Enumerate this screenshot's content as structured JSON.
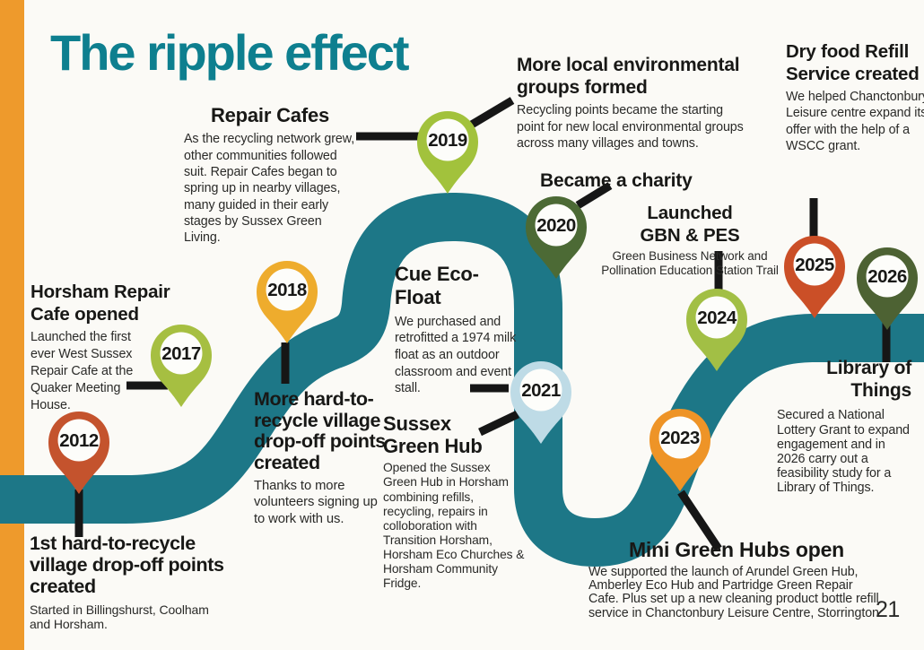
{
  "page": {
    "title": "The ripple effect",
    "page_number": "21",
    "colors": {
      "title_teal": "#0e7f8f",
      "path_teal": "#1d7787",
      "edge_bar_orange": "#ee9a2c",
      "connector_black": "#161616",
      "pin_inner_white": "#fdfdfa"
    }
  },
  "timeline": {
    "pins": [
      {
        "year": "2012",
        "color": "#c4532d"
      },
      {
        "year": "2017",
        "color": "#a6bf41"
      },
      {
        "year": "2018",
        "color": "#eeac2d"
      },
      {
        "year": "2019",
        "color": "#a2c23c"
      },
      {
        "year": "2020",
        "color": "#4c6a35"
      },
      {
        "year": "2021",
        "color": "#bedbe6"
      },
      {
        "year": "2023",
        "color": "#ee9427"
      },
      {
        "year": "2024",
        "color": "#a2bf45"
      },
      {
        "year": "2025",
        "color": "#cb4f27"
      },
      {
        "year": "2026",
        "color": "#4d6233"
      }
    ]
  },
  "events": {
    "repair_cafes": {
      "heading": "Repair Cafes",
      "body": "As the recycling network grew, other communities followed suit. Repair Cafes began to spring up in nearby villages, many guided in their early stages by Sussex Green Living."
    },
    "more_local": {
      "heading": "More local environmental groups formed",
      "body": "Recycling points became the starting point for new local environmental groups across many villages and towns."
    },
    "dry_food": {
      "heading": "Dry food Refill Service created",
      "body": "We helped Chanctonbury Leisure centre expand its offer with the help of a WSCC grant."
    },
    "became_charity": {
      "heading": "Became a charity"
    },
    "gbn_pes": {
      "heading": "Launched GBN & PES",
      "body": "Green Business Network and Pollination Education Station Trail"
    },
    "horsham": {
      "heading": "Horsham Repair Cafe opened",
      "body": "Launched the first ever West Sussex Repair Cafe at the Quaker Meeting House."
    },
    "cue_eco": {
      "heading": "Cue Eco-Float",
      "body": "We purchased and retrofitted a 1974 milk float as an outdoor classroom and event stall."
    },
    "more_hard": {
      "heading": "More hard-to-recycle village drop-off points created",
      "body": "Thanks to more volunteers signing up to work with us."
    },
    "sussex_hub": {
      "heading": "Sussex Green Hub",
      "body": "Opened the Sussex Green Hub in Horsham combining refills, recycling, repairs in colloboration with Transition Horsham, Horsham Eco Churches & Horsham Community Fridge."
    },
    "first_hard": {
      "heading": "1st hard-to-recycle village drop-off points created",
      "body": "Started in Billingshurst, Coolham and Horsham."
    },
    "mini_hubs": {
      "heading": "Mini Green Hubs open",
      "body": "We supported the launch of Arundel Green Hub, Amberley Eco Hub and Partridge Green Repair Cafe. Plus set up a new cleaning product bottle refill service in Chanctonbury Leisure Centre, Storrington."
    },
    "library": {
      "heading": "Library of Things",
      "body": "Secured a National Lottery Grant to expand engagement and in 2026 carry out a feasibility study for a Library of Things."
    }
  }
}
